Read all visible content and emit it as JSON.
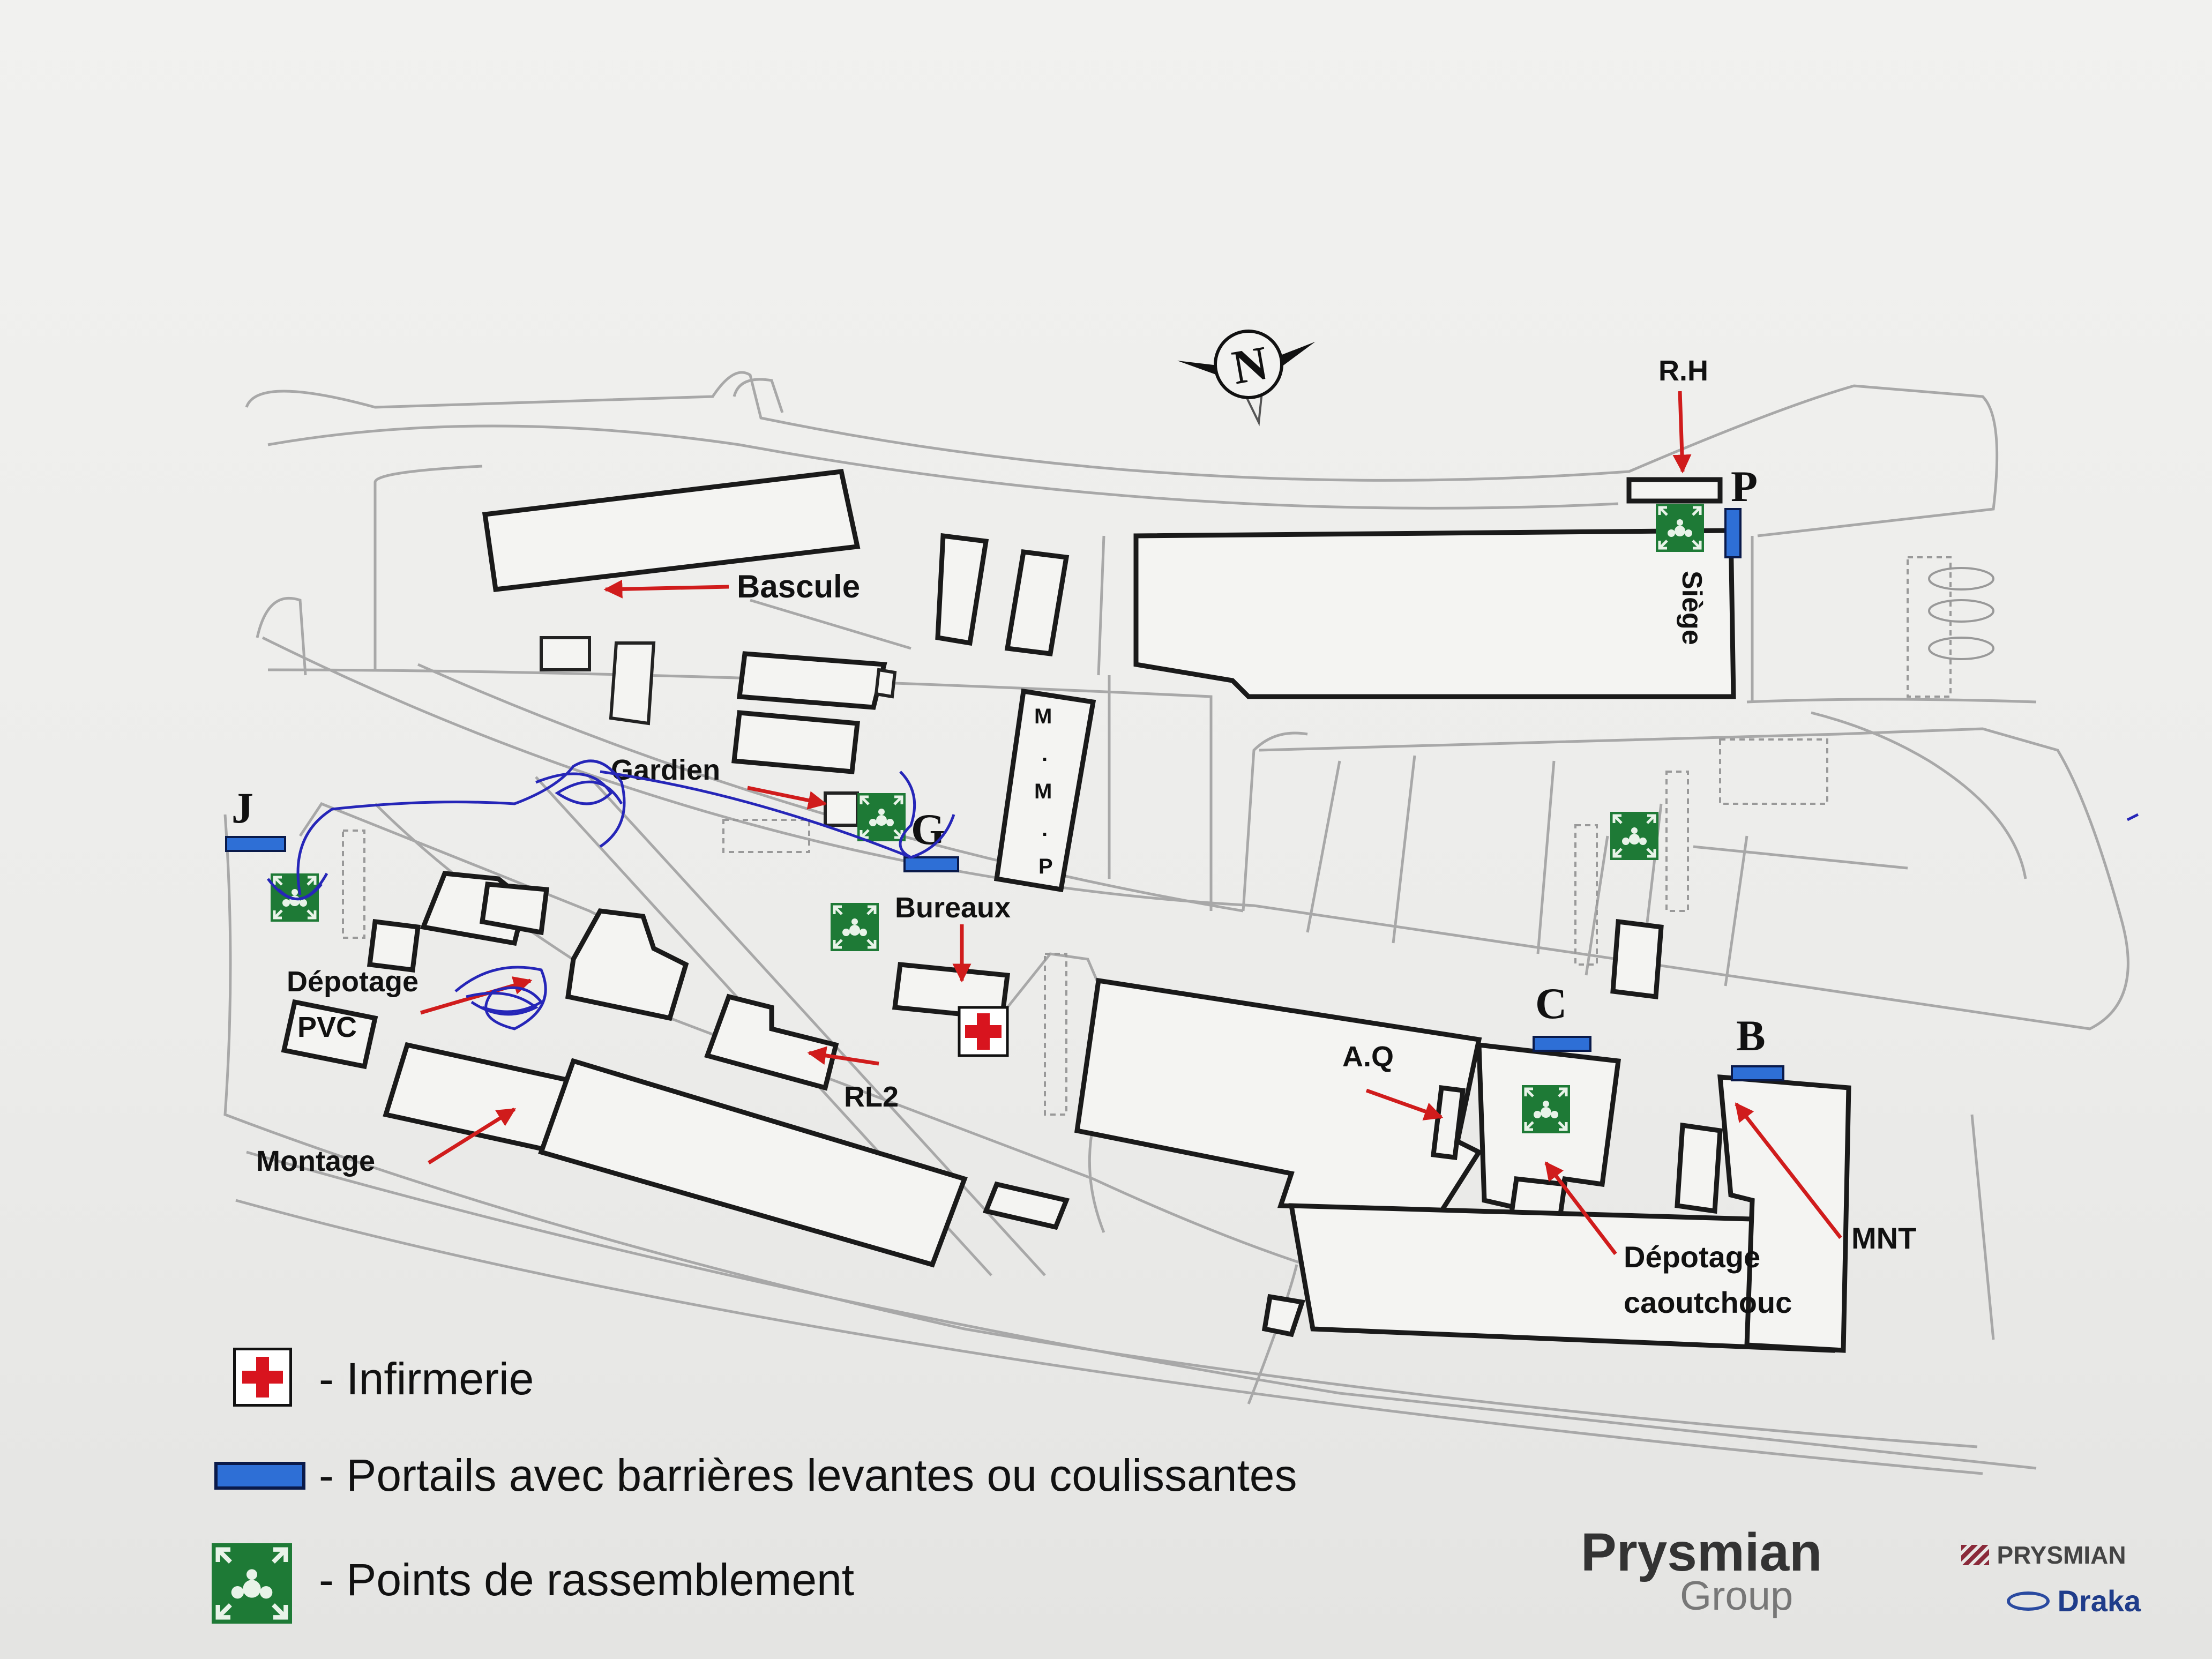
{
  "map": {
    "compass_letter": "N",
    "labels": {
      "bascule": "Bascule",
      "gardien": "Gardien",
      "bureaux": "Bureaux",
      "mmp_1": "M",
      "mmp_dot1": ".",
      "mmp_2": "M",
      "mmp_dot2": ".",
      "mmp_3": "P",
      "rh": "R.H",
      "siege": "Siège",
      "depotage_pvc_1": "Dépotage",
      "depotage_pvc_2": "PVC",
      "montage": "Montage",
      "rl2": "RL2",
      "aq": "A.Q",
      "depotage_caout_1": "Dépotage",
      "depotage_caout_2": "caoutchouc",
      "mnt": "MNT"
    },
    "gates": {
      "j": "J",
      "g": "G",
      "p": "P",
      "c": "C",
      "b": "B"
    }
  },
  "legend": {
    "infirmerie": "- Infirmerie",
    "portails": "- Portails avec barrières levantes ou coulissantes",
    "rassemblement": "- Points de rassemblement"
  },
  "branding": {
    "prysmian": "Prysmian",
    "group": "Group",
    "prysmian_small": "PRYSMIAN",
    "draka": "Draka"
  },
  "colors": {
    "arrow": "#d01c1c",
    "gate": "#2e6fd6",
    "assembly": "#1e7a36",
    "infirmary_cross": "#d8141e",
    "ink": "#2626b8"
  },
  "icons": {
    "infirmary": "red-cross-icon",
    "gate": "blue-bar-icon",
    "assembly": "assembly-point-icon",
    "compass": "compass-north-icon"
  }
}
